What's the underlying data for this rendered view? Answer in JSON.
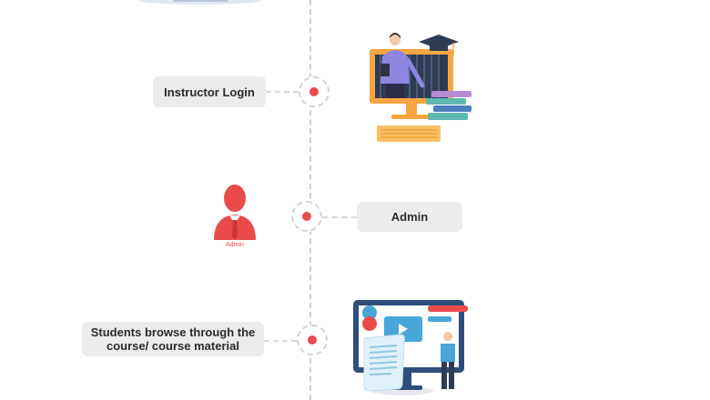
{
  "steps": {
    "instructor": {
      "label": "Instructor Login"
    },
    "admin": {
      "label": "Admin",
      "avatar_caption": "Admin"
    },
    "students": {
      "label": "Students browse through the course/ course material"
    }
  },
  "colors": {
    "accent": "#e94b4b",
    "pill_bg": "#ececec",
    "line": "#cfcfcf",
    "screen_blue": "#2d5f8a",
    "monitor_orange": "#f7a541"
  },
  "icons": {
    "instructor_illustration": "teacher-monitor-illustration",
    "admin_avatar": "user-avatar-icon",
    "students_illustration": "course-browse-illustration"
  }
}
